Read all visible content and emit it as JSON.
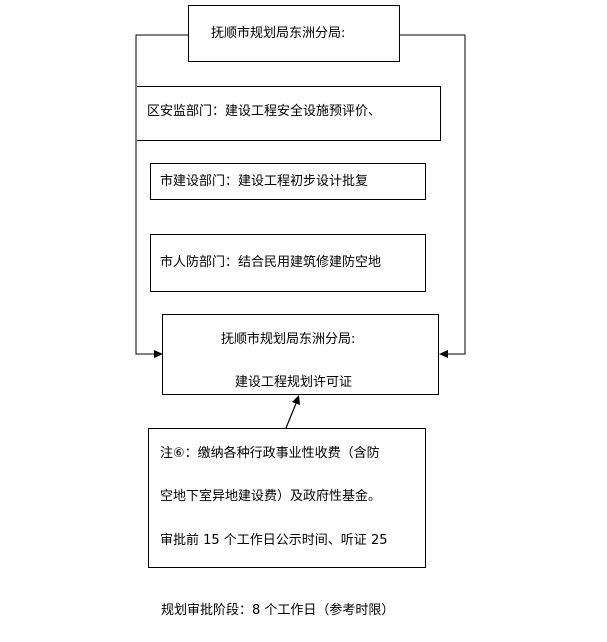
{
  "top_box": {
    "text": "抚顺市规划局东洲分局:"
  },
  "wide_box": {
    "text": "区安监部门：建设工程安全设施预评价、"
  },
  "construction_box": {
    "text": "市建设部门：建设工程初步设计批复"
  },
  "civil_defense_box": {
    "text": "市人防部门：结合民用建筑修建防空地"
  },
  "permit_box": {
    "line1": "抚顺市规划局东洲分局:",
    "line2": "建设工程规划许可证"
  },
  "note_box": {
    "line1": "注⑥：缴纳各种行政事业性收费（含防",
    "line2": "空地下室异地建设费）及政府性基金。",
    "line3": "审批前 15 个工作日公示时间、听证 25"
  },
  "footer": {
    "text": "规划审批阶段：8 个工作日（参考时限）"
  }
}
